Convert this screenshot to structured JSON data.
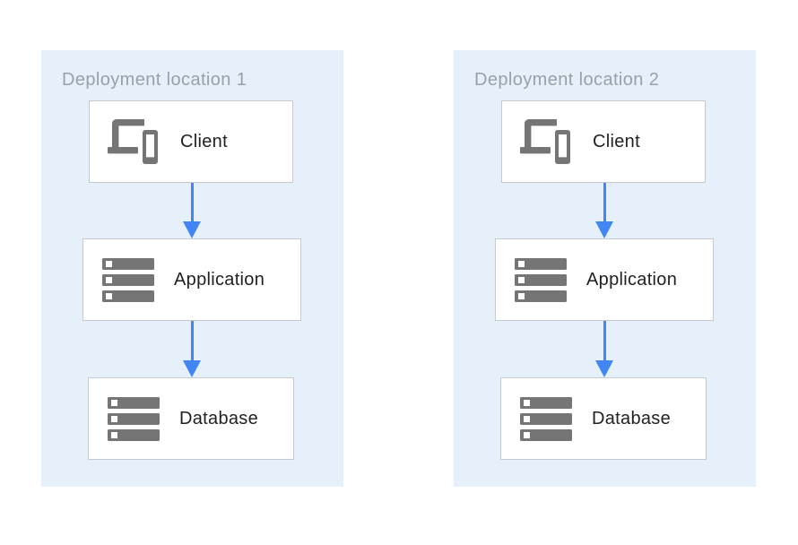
{
  "diagram": {
    "kind": "deployment-architecture",
    "colors": {
      "canvas_bg": "#ffffff",
      "zone_bg": "#e5f0fb",
      "zone_title_text": "#9aa0a6",
      "node_bg": "#ffffff",
      "node_border": "#c6c9cd",
      "node_label_text": "#212121",
      "icon_gray": "#757575",
      "arrow_blue": "#4285f4"
    },
    "panels": [
      {
        "title": "Deployment location 1",
        "nodes": [
          {
            "label": "Client",
            "icon": "devices-icon"
          },
          {
            "label": "Application",
            "icon": "server-stack-icon"
          },
          {
            "label": "Database",
            "icon": "server-stack-icon"
          }
        ],
        "connections": [
          {
            "from": "Client",
            "to": "Application",
            "style": "blue-arrow-down"
          },
          {
            "from": "Application",
            "to": "Database",
            "style": "blue-arrow-down"
          }
        ]
      },
      {
        "title": "Deployment location 2",
        "nodes": [
          {
            "label": "Client",
            "icon": "devices-icon"
          },
          {
            "label": "Application",
            "icon": "server-stack-icon"
          },
          {
            "label": "Database",
            "icon": "server-stack-icon"
          }
        ],
        "connections": [
          {
            "from": "Client",
            "to": "Application",
            "style": "blue-arrow-down"
          },
          {
            "from": "Application",
            "to": "Database",
            "style": "blue-arrow-down"
          }
        ]
      }
    ]
  }
}
